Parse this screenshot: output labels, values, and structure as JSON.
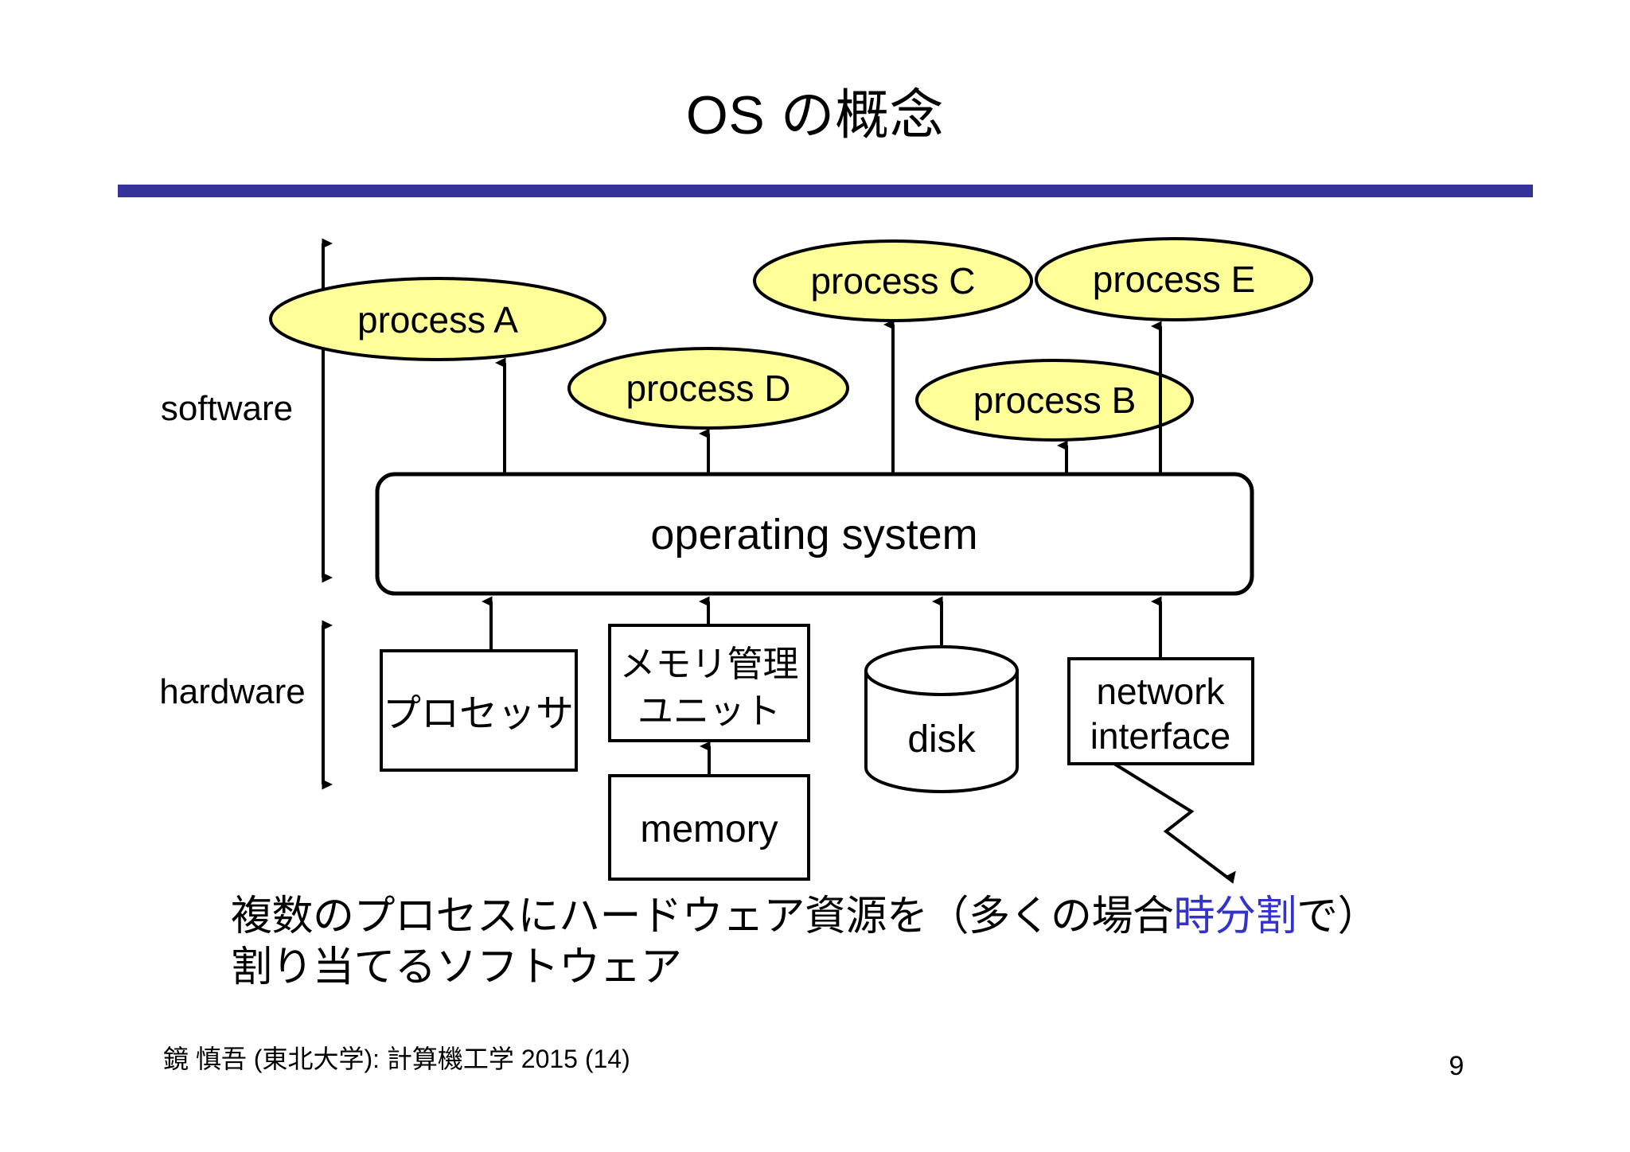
{
  "slide": {
    "title": "OS の概念",
    "accent_color": "#333399",
    "highlight_color": "#3333cc",
    "process_fill": "#ffff99",
    "background": "#ffffff"
  },
  "axis_labels": {
    "software": "software",
    "hardware": "hardware"
  },
  "processes": [
    {
      "id": "a",
      "label": "process A"
    },
    {
      "id": "d",
      "label": "process D"
    },
    {
      "id": "c",
      "label": "process C"
    },
    {
      "id": "b",
      "label": "process B"
    },
    {
      "id": "e",
      "label": "process E"
    }
  ],
  "os": {
    "label": "operating system"
  },
  "hardware": [
    {
      "id": "processor",
      "label": "プロセッサ"
    },
    {
      "id": "mmu",
      "line1": "メモリ管理",
      "line2": "ユニット"
    },
    {
      "id": "memory",
      "label": "memory"
    },
    {
      "id": "disk",
      "label": "disk"
    },
    {
      "id": "network",
      "line1": "network",
      "line2": "interface"
    }
  ],
  "caption": {
    "line1_a": "複数のプロセスにハードウェア資源を（多くの場合",
    "line1_hl": "時分割",
    "line1_b": "で）",
    "line2": "割り当てるソフトウェア"
  },
  "footer": {
    "text": "鏡 慎吾 (東北大学): 計算機工学 2015 (14)",
    "page": "9"
  }
}
